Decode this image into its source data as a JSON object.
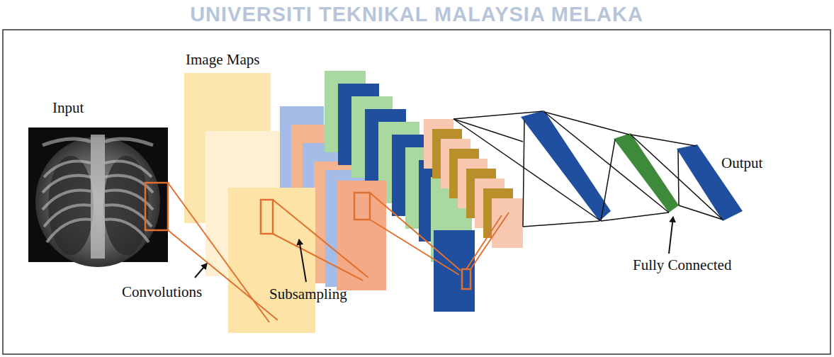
{
  "diagram": {
    "labels": [
      "UNIVERSITI TEKNIKAL MALAYSIA MELAKA",
      "Input",
      "Image Maps",
      "Convolutions",
      "Subsampling",
      "Output",
      "Fully Connected"
    ]
  }
}
